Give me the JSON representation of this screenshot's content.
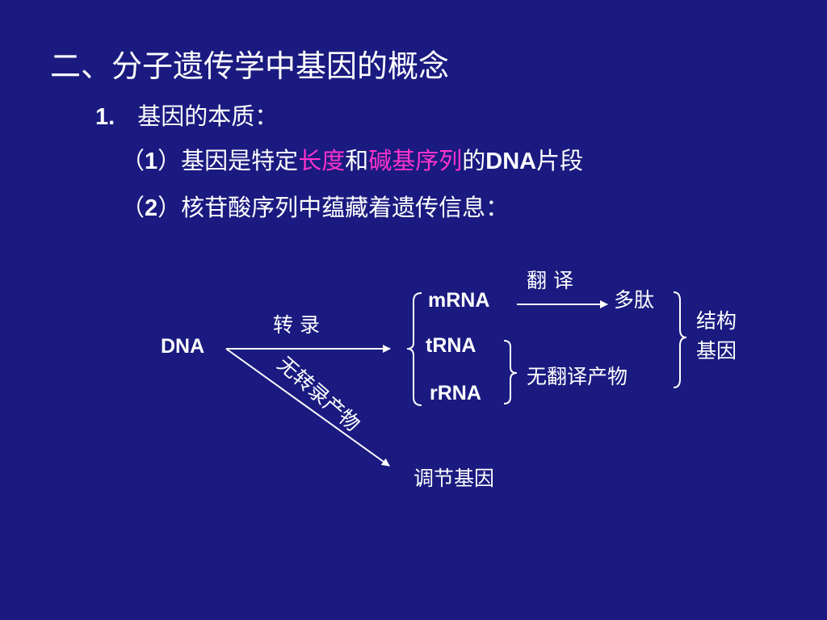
{
  "colors": {
    "background": "#1a1a80",
    "text": "#ffffff",
    "accent": "#ff33cc"
  },
  "title": "二、分子遗传学中基因的概念",
  "section": {
    "number": "1.",
    "text": "基因的本质："
  },
  "item1": {
    "prefix": "（",
    "num": "1",
    "close": "）",
    "t1": "基因是特定",
    "h1": "长度",
    "t2": "和",
    "h2": "碱基序列",
    "t3": "的",
    "dna": "DNA",
    "t4": "片段"
  },
  "item2": {
    "prefix": "（",
    "num": "2",
    "close": "）",
    "text": "核苷酸序列中蕴藏着遗传信息："
  },
  "diagram": {
    "dna": "DNA",
    "transcription": "转 录",
    "no_transcript": "无转录产物",
    "regulatory_gene": "调节基因",
    "mrna": "mRNA",
    "trna": "tRNA",
    "rrna": "rRNA",
    "translation": "翻 译",
    "polypeptide": "多肽",
    "no_translation": "无翻译产物",
    "structural_gene_1": "结构",
    "structural_gene_2": "基因"
  }
}
